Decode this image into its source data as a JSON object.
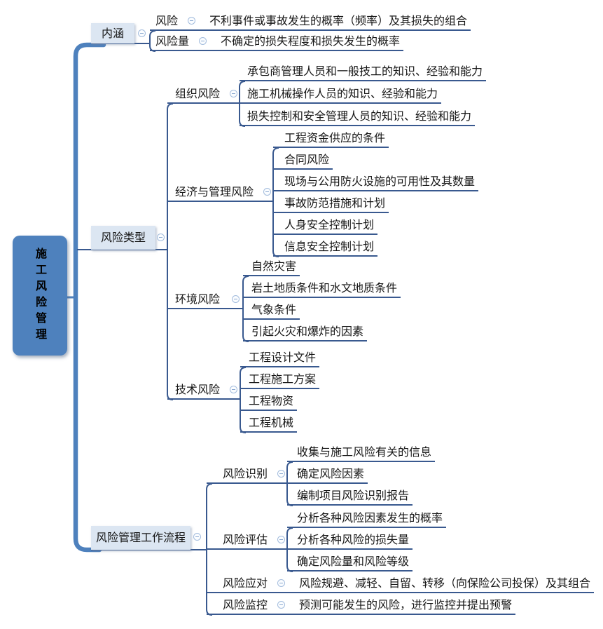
{
  "root": {
    "label": "施工风险管理"
  },
  "branches": [
    {
      "label": "内涵",
      "children": [
        {
          "label": "风险",
          "note": "不利事件或事故发生的概率（频率）及其损失的组合"
        },
        {
          "label": "风险量",
          "note": "不确定的损失程度和损失发生的概率"
        }
      ]
    },
    {
      "label": "风险类型",
      "children": [
        {
          "label": "组织风险",
          "children": [
            {
              "label": "承包商管理人员和一般技工的知识、经验和能力"
            },
            {
              "label": "施工机械操作人员的知识、经验和能力"
            },
            {
              "label": "损失控制和安全管理人员的知识、经验和能力"
            }
          ]
        },
        {
          "label": "经济与管理风险",
          "children": [
            {
              "label": "工程资金供应的条件"
            },
            {
              "label": "合同风险"
            },
            {
              "label": "现场与公用防火设施的可用性及其数量"
            },
            {
              "label": "事故防范措施和计划"
            },
            {
              "label": "人身安全控制计划"
            },
            {
              "label": "信息安全控制计划"
            }
          ]
        },
        {
          "label": "环境风险",
          "children": [
            {
              "label": "自然灾害"
            },
            {
              "label": "岩土地质条件和水文地质条件"
            },
            {
              "label": "气象条件"
            },
            {
              "label": "引起火灾和爆炸的因素"
            }
          ]
        },
        {
          "label": "技术风险",
          "children": [
            {
              "label": "工程设计文件"
            },
            {
              "label": "工程施工方案"
            },
            {
              "label": "工程物资"
            },
            {
              "label": "工程机械"
            }
          ]
        }
      ]
    },
    {
      "label": "风险管理工作流程",
      "children": [
        {
          "label": "风险识别",
          "children": [
            {
              "label": "收集与施工风险有关的信息"
            },
            {
              "label": "确定风险因素"
            },
            {
              "label": "编制项目风险识别报告"
            }
          ]
        },
        {
          "label": "风险评估",
          "children": [
            {
              "label": "分析各种风险因素发生的概率"
            },
            {
              "label": "分析各种风险的损失量"
            },
            {
              "label": "确定风险量和风险等级"
            }
          ]
        },
        {
          "label": "风险应对",
          "note": "风险规避、减轻、自留、转移（向保险公司投保）及其组合"
        },
        {
          "label": "风险监控",
          "note": "预测可能发生的风险，进行监控并提出预警"
        }
      ]
    }
  ],
  "colors": {
    "root_fill": "#4e81bd",
    "branch_fill": "#dce6f2",
    "line": "#39598f",
    "spine": "#4e81bd"
  }
}
